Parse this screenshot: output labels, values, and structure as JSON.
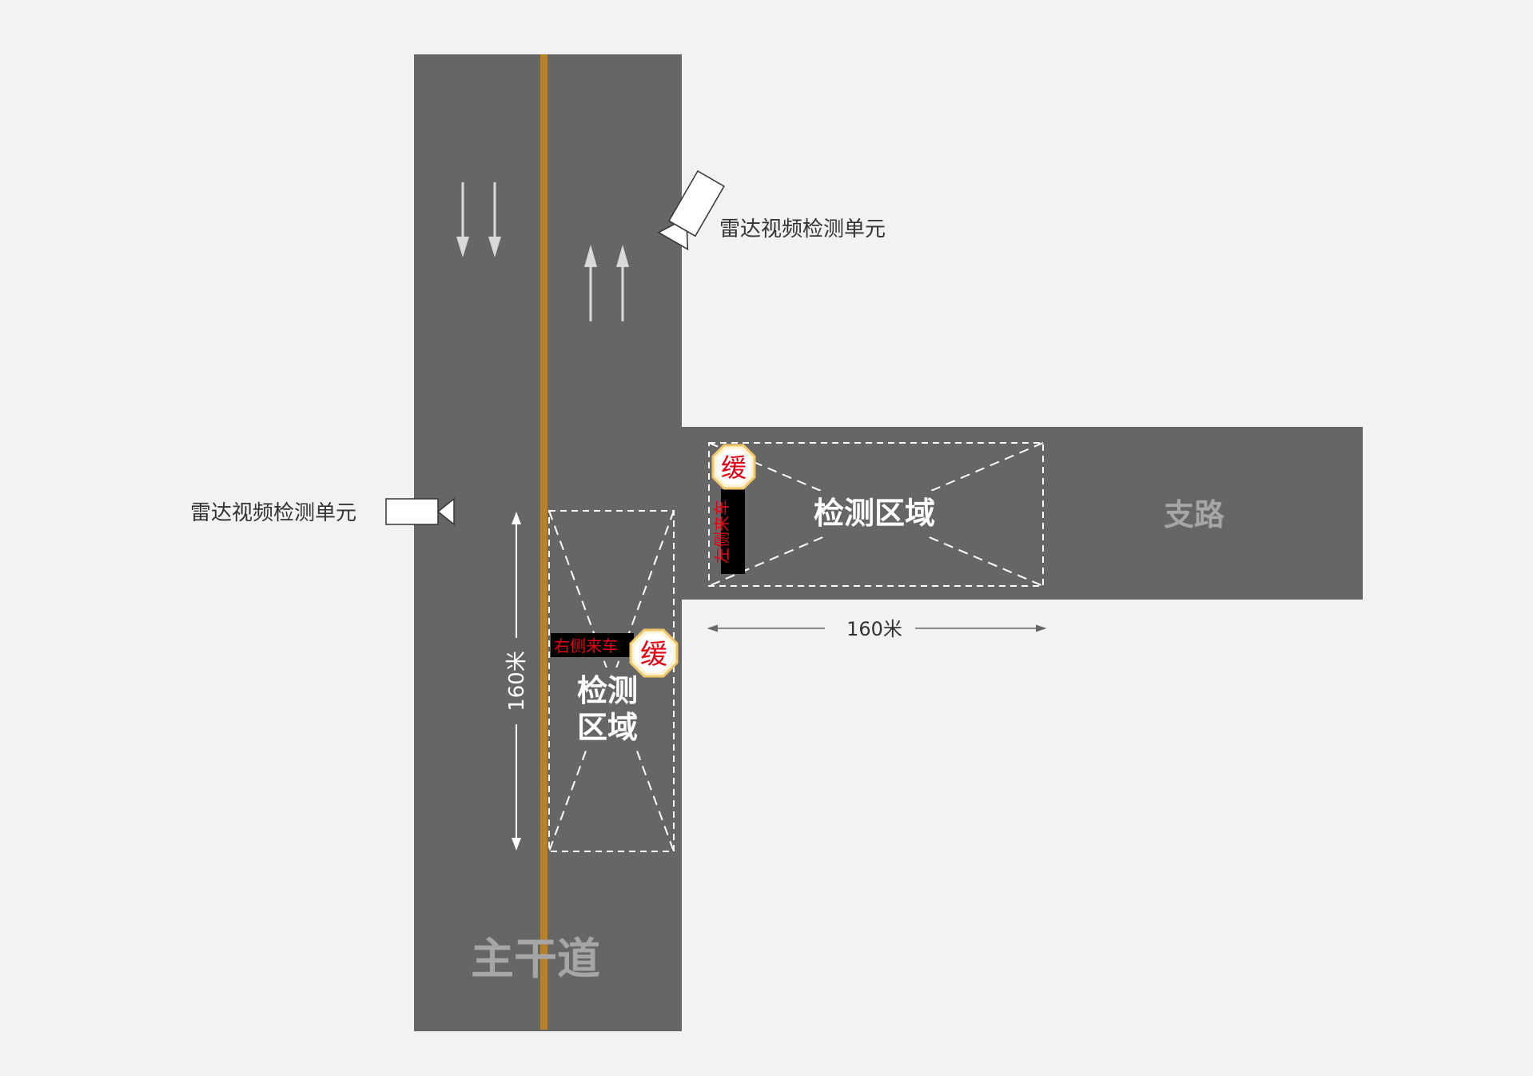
{
  "main_road": {
    "label": "主干道",
    "lane_arrows": {
      "southbound": "down-arrow",
      "northbound": "up-arrow"
    },
    "center_line_color": "#b5812a"
  },
  "branch_road": {
    "label": "支路"
  },
  "road_color": "#666666",
  "background_color": "#f2f2f2",
  "radar_units": [
    {
      "label": "雷达视频检测单元",
      "icon": "radar-camera-icon"
    },
    {
      "label": "雷达视频检测单元",
      "icon": "radar-camera-icon"
    }
  ],
  "detection_zones": {
    "main": {
      "label_line1": "检测",
      "label_line2": "区域",
      "sign_char": "缓",
      "warning_text": "右侧来车",
      "distance_label": "160米"
    },
    "branch": {
      "label": "检测区域",
      "sign_char": "缓",
      "warning_text": "左侧来车",
      "distance_label": "160米"
    }
  },
  "colors": {
    "warning_text": "#e60012",
    "warning_bg": "#000000",
    "sign_border": "#f0c66b",
    "zone_label": "#ffffff",
    "road_label": "#a6a6a6"
  }
}
